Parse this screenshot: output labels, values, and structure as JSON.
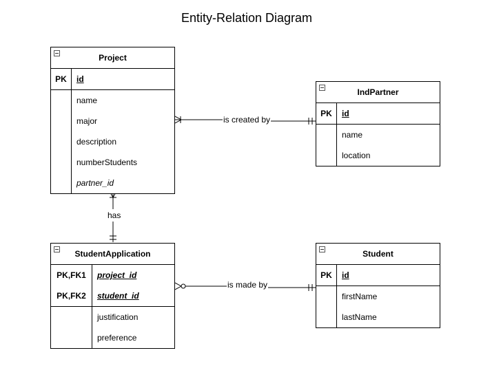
{
  "title": "Entity-Relation Diagram",
  "entities": {
    "project": {
      "name": "Project",
      "pk": {
        "key": "PK",
        "field": "id"
      },
      "fields": [
        "name",
        "major",
        "description",
        "numberStudents",
        "partner_id"
      ]
    },
    "indpartner": {
      "name": "IndPartner",
      "pk": {
        "key": "PK",
        "field": "id"
      },
      "fields": [
        "name",
        "location"
      ]
    },
    "studentapplication": {
      "name": "StudentApplication",
      "keys": [
        {
          "key": "PK,FK1",
          "field": "project_id"
        },
        {
          "key": "PK,FK2",
          "field": "student_id"
        }
      ],
      "fields": [
        "justification",
        "preference"
      ]
    },
    "student": {
      "name": "Student",
      "pk": {
        "key": "PK",
        "field": "id"
      },
      "fields": [
        "firstName",
        "lastName"
      ]
    }
  },
  "relations": {
    "project_partner": {
      "label": "is created by",
      "from_cardinality": "one-or-many",
      "to_cardinality": "exactly-one"
    },
    "project_application": {
      "label": "has",
      "from_cardinality": "one-or-many",
      "to_cardinality": "exactly-one"
    },
    "application_student": {
      "label": "is made by",
      "from_cardinality": "zero-or-many",
      "to_cardinality": "exactly-one"
    }
  }
}
